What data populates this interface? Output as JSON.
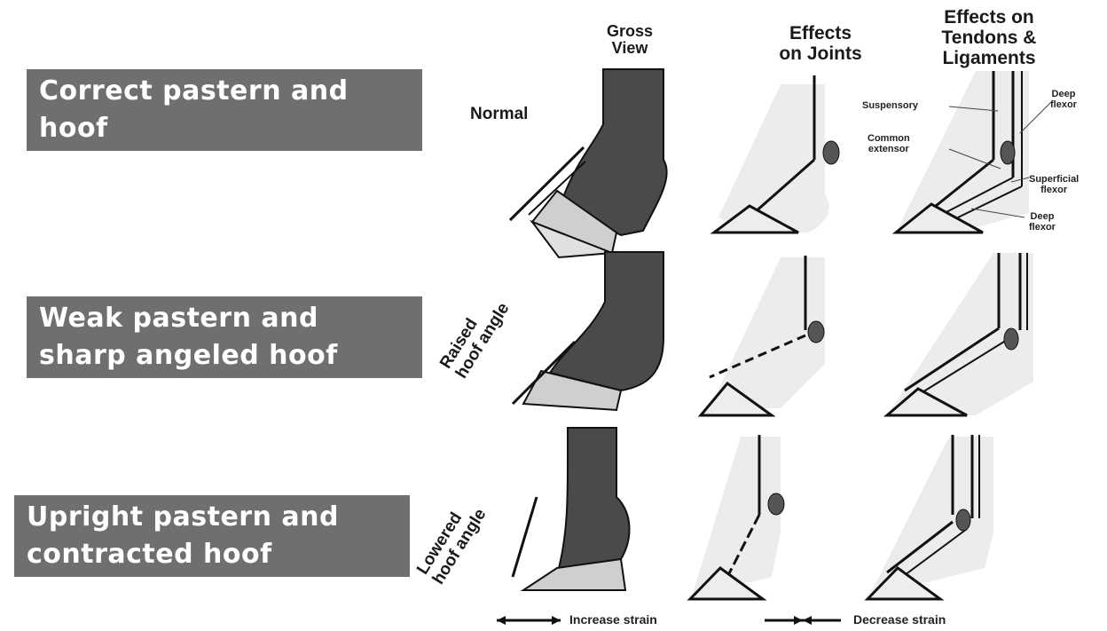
{
  "labels": [
    "Correct pastern and hoof",
    "Weak pastern and sharp angeled hoof",
    "Uprigt pastern and contracted hoof"
  ],
  "label_lines": [
    [
      "Correct pastern and",
      "hoof"
    ],
    [
      "Weak pastern and",
      "sharp angeled hoof"
    ],
    [
      "Upright pastern and",
      "contracted hoof"
    ]
  ],
  "columns": {
    "gross": [
      "Gross",
      "View"
    ],
    "joints": [
      "Effects",
      "on Joints"
    ],
    "tendons": [
      "Effects on",
      "Tendons &",
      "Ligaments"
    ]
  },
  "rows": {
    "normal": "Normal",
    "raised": [
      "Raised",
      "hoof angle"
    ],
    "lowered": [
      "Lowered",
      "hoof angle"
    ]
  },
  "annotations": {
    "suspensory": "Suspensory",
    "deep_flexor_top": [
      "Deep",
      "flexor"
    ],
    "common_extensor": [
      "Common",
      "extensor"
    ],
    "superficial_flexor": [
      "Superficial",
      "flexor"
    ],
    "deep_flexor_bottom": [
      "Deep",
      "flexor"
    ]
  },
  "legend": {
    "increase": "Increase strain",
    "decrease": "Decrease strain"
  },
  "colors": {
    "label_bg": "#6f6f6f",
    "leg_dark": "#4a4a4a",
    "hoof_light": "#c8c8c8",
    "shade": "#e4e4e4"
  }
}
